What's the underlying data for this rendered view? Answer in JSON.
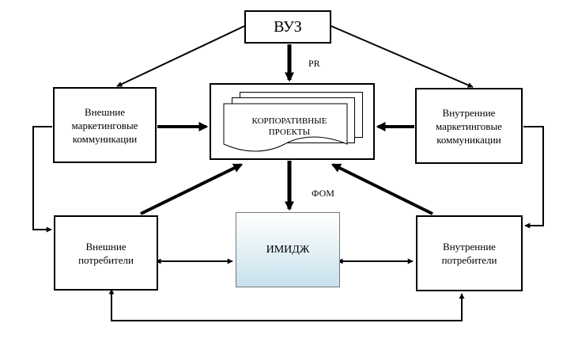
{
  "nodes": {
    "vuz": "ВУЗ",
    "external_comm": [
      "Внешние",
      "маркетинговые",
      "коммуникации"
    ],
    "internal_comm": [
      "Внутренние",
      "маркетинговые",
      "коммуникации"
    ],
    "corporate_projects": [
      "КОРПОРАТИВНЫЕ",
      "ПРОЕКТЫ"
    ],
    "external_consumers": [
      "Внешние",
      "потребители"
    ],
    "internal_consumers": [
      "Внутренние",
      "потребители"
    ],
    "image": "ИМИДЖ"
  },
  "edge_labels": {
    "pr": "PR",
    "fom": "ФОМ"
  }
}
